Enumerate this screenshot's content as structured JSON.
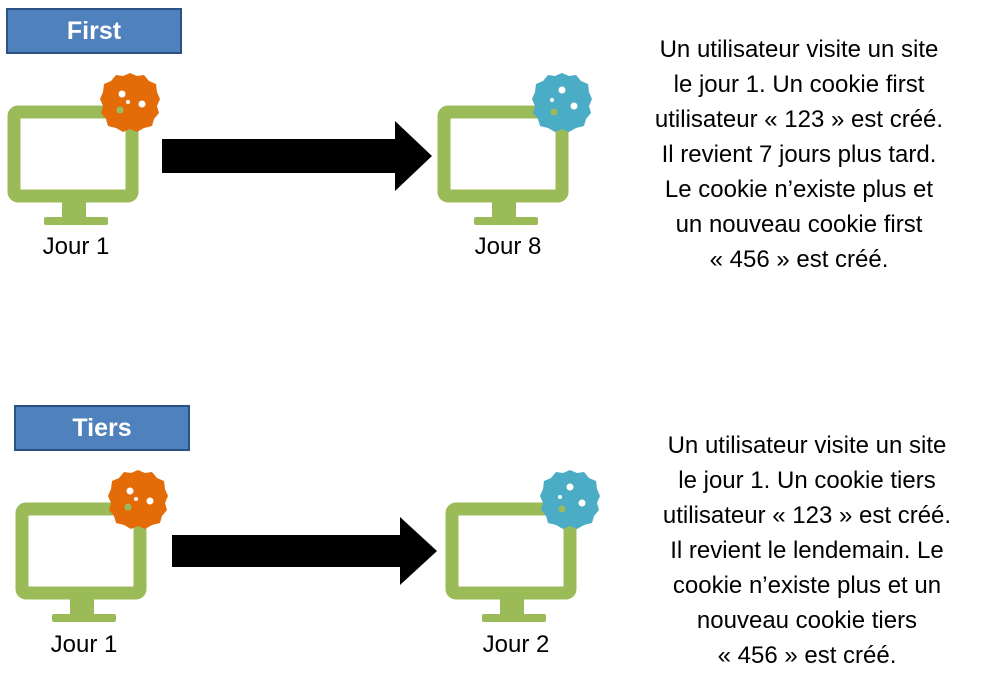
{
  "colors": {
    "label_fill": "#4f81bd",
    "monitor": "#9bbb59",
    "cookie_old": "#e36c09",
    "cookie_new": "#4bacc6",
    "arrow": "#000000"
  },
  "sections": [
    {
      "label": "First",
      "from_day": "Jour 1",
      "to_day": "Jour 8",
      "description": [
        "Un utilisateur visite un site",
        "le jour 1. Un cookie first",
        "utilisateur « 123 » est créé.",
        "Il revient 7 jours plus tard.",
        "Le cookie n’existe plus et",
        "un nouveau cookie first",
        "« 456 » est créé."
      ]
    },
    {
      "label": "Tiers",
      "from_day": "Jour 1",
      "to_day": "Jour 2",
      "description": [
        "Un utilisateur visite un site",
        "le jour 1. Un cookie tiers",
        "utilisateur « 123 » est créé.",
        "Il revient le lendemain.  Le",
        "cookie n’existe plus et un",
        "nouveau cookie tiers",
        "« 456 » est créé."
      ]
    }
  ]
}
